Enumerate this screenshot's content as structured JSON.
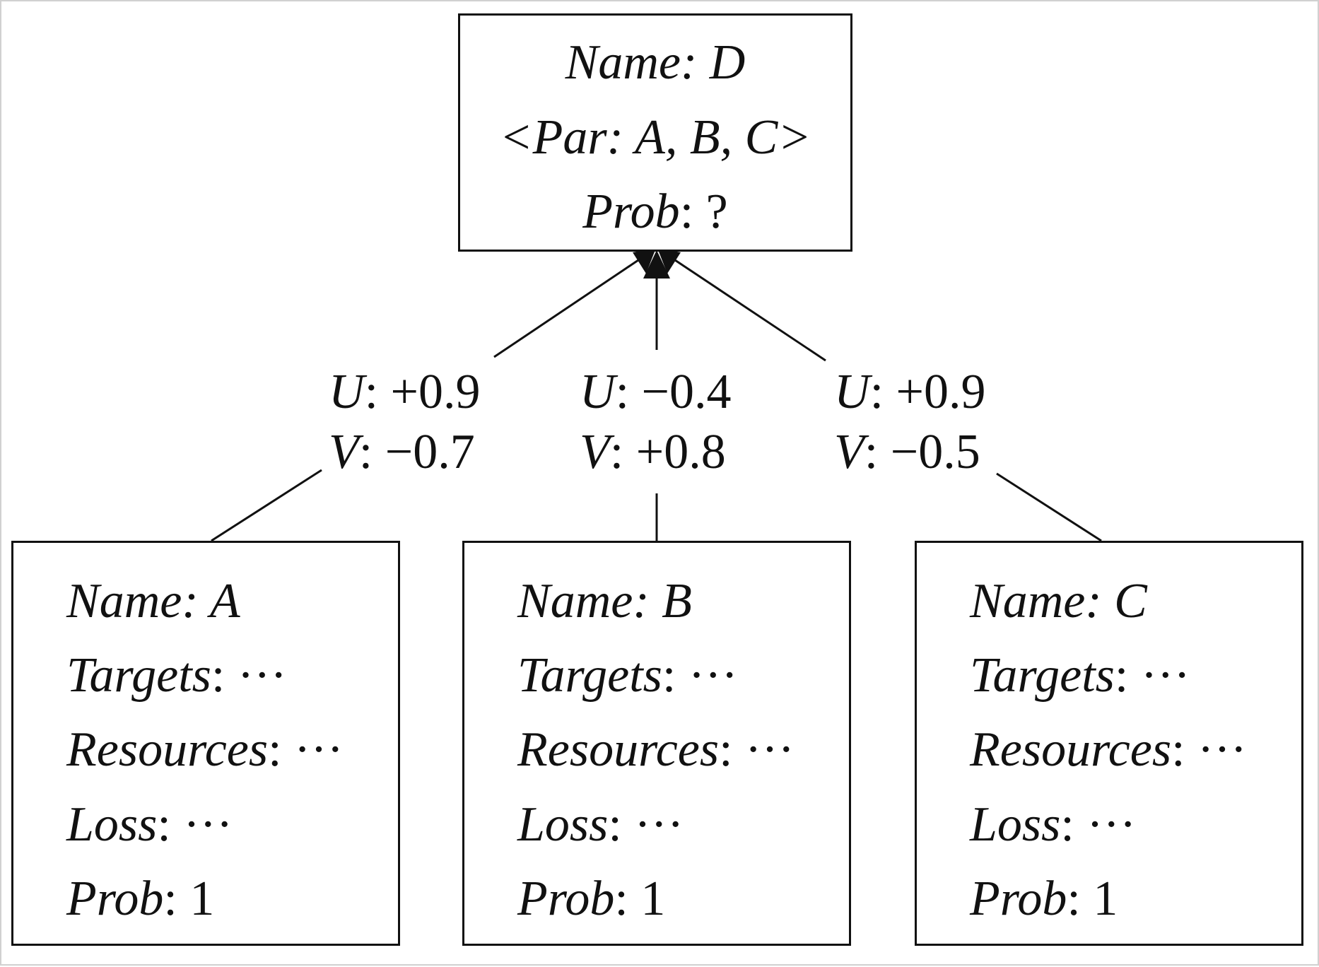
{
  "root": {
    "name_label": "Name: D",
    "par_label": "<Par: A, B, C>",
    "prob_key": "Prob",
    "prob_value": ": ?"
  },
  "leaves": [
    {
      "name_key": "Name",
      "name_value": ": A",
      "targets_key": "Targets",
      "targets_value": ": ···",
      "resources_key": "Resources",
      "resources_value": ": ···",
      "loss_key": "Loss",
      "loss_value": ": ···",
      "prob_key": "Prob",
      "prob_value": ": 1"
    },
    {
      "name_key": "Name",
      "name_value": ": B",
      "targets_key": "Targets",
      "targets_value": ": ···",
      "resources_key": "Resources",
      "resources_value": ": ···",
      "loss_key": "Loss",
      "loss_value": ": ···",
      "prob_key": "Prob",
      "prob_value": ": 1"
    },
    {
      "name_key": "Name",
      "name_value": ": C",
      "targets_key": "Targets",
      "targets_value": ": ···",
      "resources_key": "Resources",
      "resources_value": ": ···",
      "loss_key": "Loss",
      "loss_value": ": ···",
      "prob_key": "Prob",
      "prob_value": ": 1"
    }
  ],
  "edges": [
    {
      "u_key": "U",
      "u_value": ": +0.9",
      "v_key": "V",
      "v_value": ": −0.7"
    },
    {
      "u_key": "U",
      "u_value": ": −0.4",
      "v_key": "V",
      "v_value": ": +0.8"
    },
    {
      "u_key": "U",
      "u_value": ": +0.9",
      "v_key": "V",
      "v_value": ": −0.5"
    }
  ]
}
